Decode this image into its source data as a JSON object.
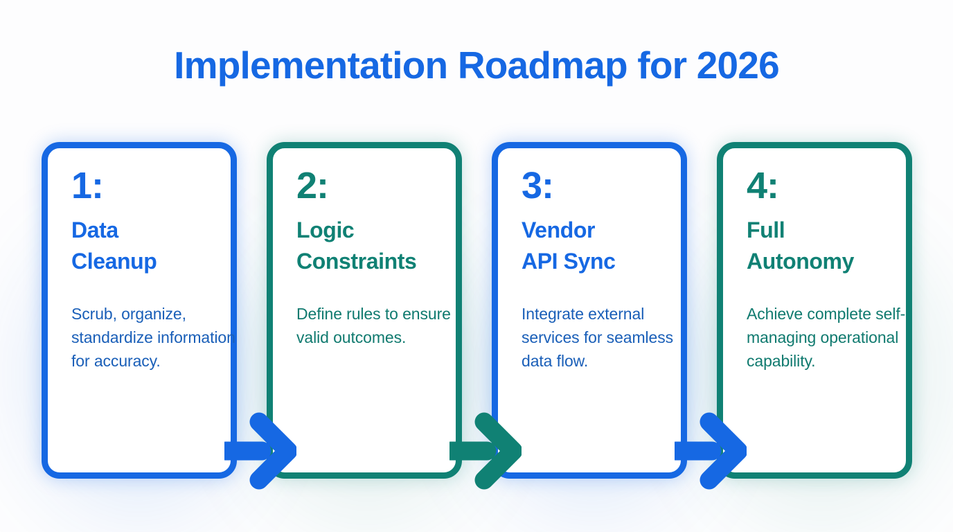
{
  "header": {
    "title": "Implementation Roadmap for 2026",
    "title_color": "#1668e3"
  },
  "theme": {
    "background": "#fdfdfe",
    "blue": "#1668e3",
    "teal": "#108174",
    "blue_text": "#1a5fb8",
    "teal_text": "#107a6f",
    "card_fill": "#ffffff"
  },
  "roadmap": {
    "steps": [
      {
        "number": "1:",
        "title": "Data\nCleanup",
        "description": "Scrub, organize, standardize information for accuracy.",
        "color": "#1668e3",
        "tone": "blue"
      },
      {
        "number": "2:",
        "title": "Logic\nConstraints",
        "description": "Define rules to ensure valid outcomes.",
        "color": "#108174",
        "tone": "teal"
      },
      {
        "number": "3:",
        "title": "Vendor\nAPI Sync",
        "description": "Integrate external services for seamless data flow.",
        "color": "#1668e3",
        "tone": "blue"
      },
      {
        "number": "4:",
        "title": "Full\nAutonomy",
        "description": "Achieve complete self-managing operational capability.",
        "color": "#108174",
        "tone": "teal"
      }
    ],
    "connectors": [
      {
        "icon": "arrow-right-icon",
        "color": "#1668e3"
      },
      {
        "icon": "arrow-right-icon",
        "color": "#108174"
      },
      {
        "icon": "arrow-right-icon",
        "color": "#1668e3"
      }
    ]
  }
}
